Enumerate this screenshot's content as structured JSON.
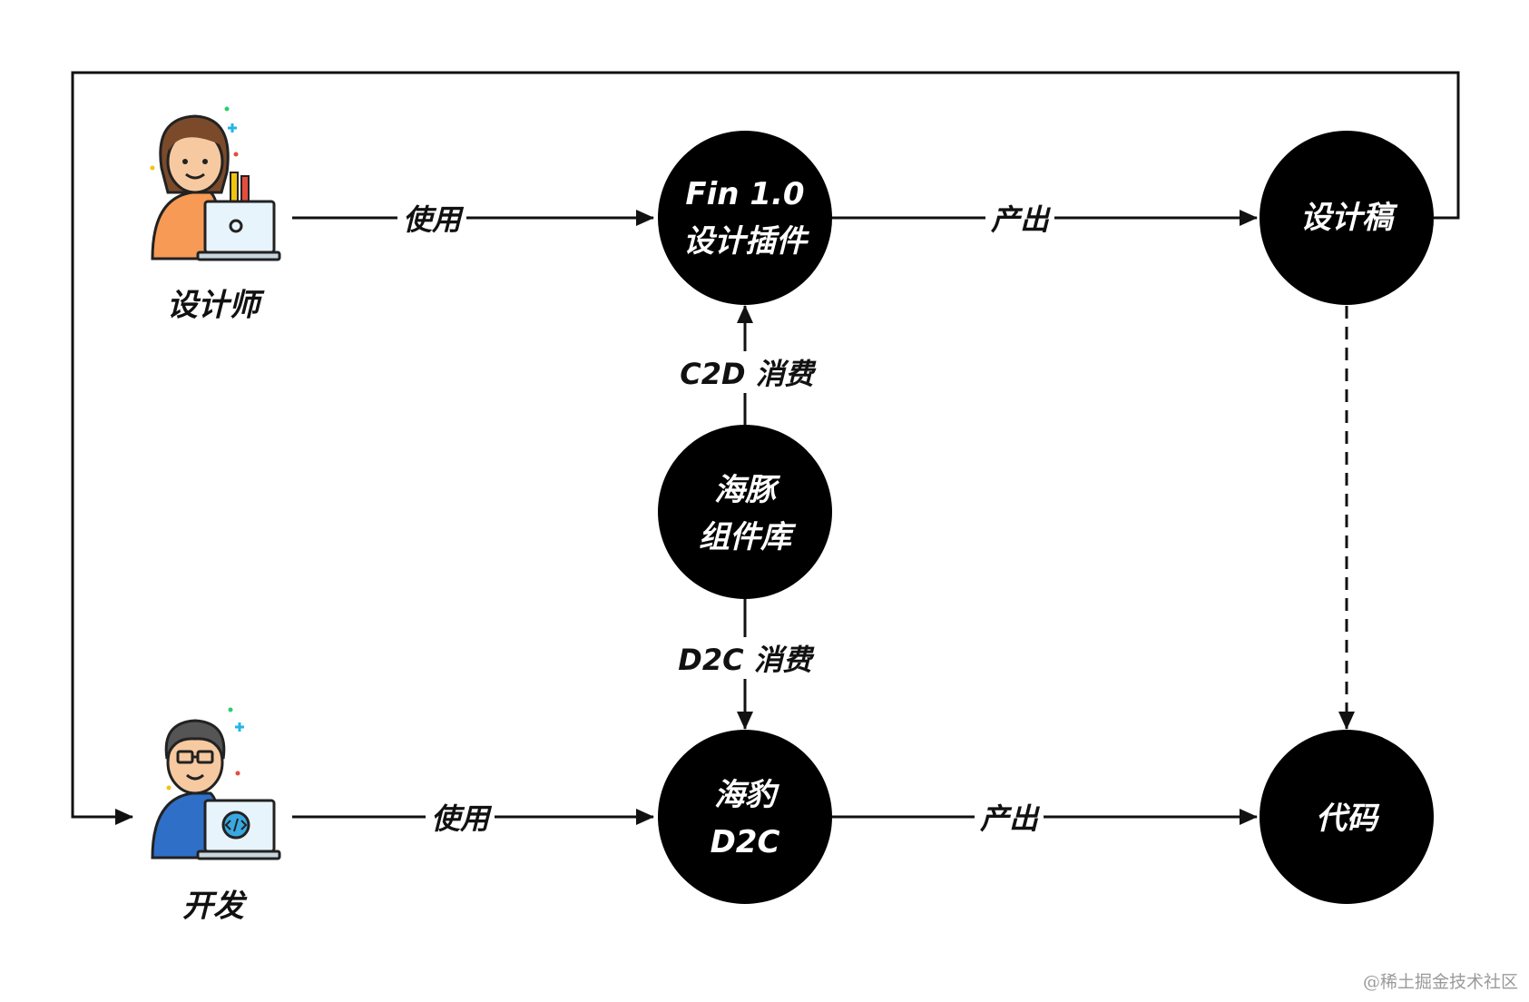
{
  "roles": {
    "designer": "设计师",
    "developer": "开发"
  },
  "nodes": {
    "fin_line1": "Fin 1.0",
    "fin_line2": "设计插件",
    "design_draft": "设计稿",
    "dolphin_line1": "海豚",
    "dolphin_line2": "组件库",
    "leopard_line1": "海豹",
    "leopard_line2": "D2C",
    "code": "代码"
  },
  "edges": {
    "designer_use": "使用",
    "fin_output": "产出",
    "c2d_consume": "C2D 消费",
    "d2c_consume": "D2C 消费",
    "developer_use": "使用",
    "leopard_output": "产出"
  },
  "watermark": "@稀土掘金技术社区",
  "colors": {
    "node_fill": "#000000",
    "line": "#111111",
    "designer_shirt": "#f79a55",
    "developer_shirt": "#2f6fc7"
  }
}
